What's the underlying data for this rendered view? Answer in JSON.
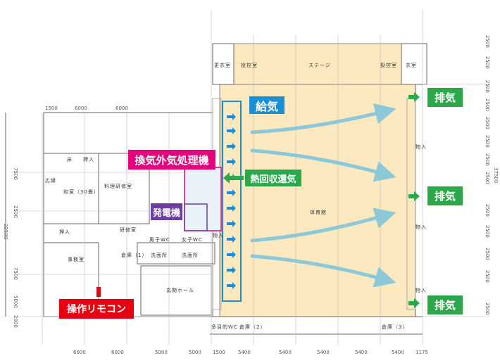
{
  "labels": {
    "supply_air": "給気",
    "exhaust_air": "排気",
    "outdoor_air_unit": "換気外気処理機",
    "heat_recovery_return": "熱回収還気",
    "generator": "発電機",
    "remote_control": "操作リモコン"
  },
  "rooms": {
    "stage": "ステージ",
    "gymnasium": "体育館",
    "control_room_1": "投控室",
    "control_room_2": "投控室",
    "dressing_room": "更衣室",
    "dressing_room_2": "衣室",
    "japanese_room": "和室（30畳）",
    "cooking_room": "料理研修室",
    "storage_hall": "広縁",
    "tokonoma": "床",
    "oshiire_1": "押入",
    "oshiire_2": "押入",
    "office": "事務室",
    "training_room": "研修室",
    "warehouse_1": "倉庫（1）",
    "mens_wc": "男子WC",
    "womens_wc": "女子WC",
    "washroom_1": "洗面所",
    "washroom_2": "洗面所",
    "entrance_hall": "玄関ホール",
    "multipurpose_wc": "多目的WC",
    "warehouse_2": "倉庫（2）",
    "warehouse_3": "倉庫（3）",
    "storage_a": "物入",
    "storage_b": "物入",
    "storage_c": "物入",
    "storage_d": "物入"
  },
  "dimensions": {
    "top_left": [
      "1500",
      "6000",
      "6000"
    ],
    "bottom": [
      "6000",
      "6000",
      "5000",
      "5000",
      "1500",
      "5400",
      "5400",
      "5400",
      "5400",
      "5400",
      "1175"
    ],
    "left": [
      "7500",
      "2500",
      "22500",
      "7500",
      "5000",
      "2000"
    ],
    "right": [
      "2500",
      "2500",
      "2500",
      "2500",
      "2500",
      "2500",
      "2500",
      "2500",
      "2500",
      "2500",
      "2500",
      "2500",
      "2500",
      "37500"
    ]
  },
  "colors": {
    "supply_badge": "#1a8fd6",
    "exhaust_badge": "#2ca84a",
    "unit_label": "#e6007e",
    "generator_label": "#6b3fa0",
    "remote_label": "#e60012",
    "airflow_arrow": "#8cc8d8",
    "gym_fill": "#fde9c0",
    "supply_duct": "#1a8fd6",
    "return_arrow": "#2ca84a"
  },
  "icons": {
    "supply_arrow": "right-arrow-icon",
    "exhaust_arrow": "right-arrow-icon",
    "airflow_arrow": "curved-arrow-icon",
    "return_arrow": "left-arrow-icon"
  }
}
